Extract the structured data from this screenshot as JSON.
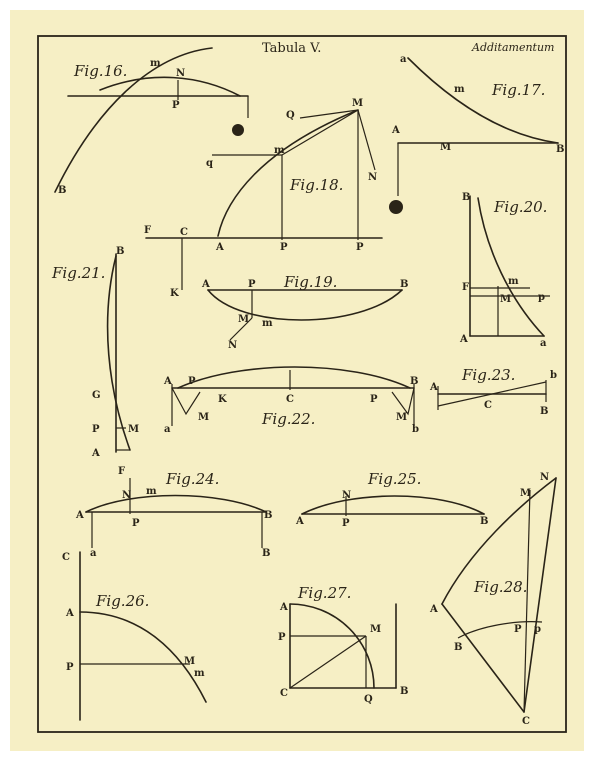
{
  "plate": {
    "title": "Tabula V.",
    "additamentum": "Additamentum",
    "colors": {
      "paper": "#f6efc5",
      "ink": "#2a2418"
    }
  },
  "figures": {
    "f16": {
      "caption": "Fig.16.",
      "labels": [
        "m",
        "N",
        "P",
        "B"
      ]
    },
    "f17": {
      "caption": "Fig.17.",
      "labels": [
        "a",
        "m",
        "A",
        "M",
        "B"
      ]
    },
    "f18": {
      "caption": "Fig.18.",
      "labels": [
        "M",
        "Q",
        "m",
        "q",
        "N",
        "F",
        "C",
        "K",
        "A",
        "P",
        "P"
      ]
    },
    "f19": {
      "caption": "Fig.19.",
      "labels": [
        "A",
        "P",
        "B",
        "M",
        "m",
        "N"
      ]
    },
    "f20": {
      "caption": "Fig.20.",
      "labels": [
        "B",
        "m",
        "F",
        "M",
        "p",
        "A",
        "a"
      ]
    },
    "f21": {
      "caption": "Fig.21.",
      "labels": [
        "B",
        "G",
        "P",
        "M",
        "A"
      ]
    },
    "f22": {
      "caption": "Fig.22.",
      "labels": [
        "A",
        "P",
        "C",
        "P",
        "B",
        "a",
        "M",
        "K",
        "M",
        "b"
      ]
    },
    "f23": {
      "caption": "Fig.23.",
      "labels": [
        "b",
        "A",
        "C",
        "B"
      ]
    },
    "f24": {
      "caption": "Fig.24.",
      "labels": [
        "F",
        "N",
        "m",
        "A",
        "P",
        "B",
        "a",
        "B"
      ]
    },
    "f25": {
      "caption": "Fig.25.",
      "labels": [
        "N",
        "A",
        "P",
        "B"
      ]
    },
    "f26": {
      "caption": "Fig.26.",
      "labels": [
        "C",
        "A",
        "P",
        "M",
        "m"
      ]
    },
    "f27": {
      "caption": "Fig.27.",
      "labels": [
        "A",
        "P",
        "M",
        "C",
        "Q",
        "B"
      ]
    },
    "f28": {
      "caption": "Fig.28.",
      "labels": [
        "N",
        "M",
        "A",
        "B",
        "P",
        "p",
        "C"
      ]
    }
  }
}
